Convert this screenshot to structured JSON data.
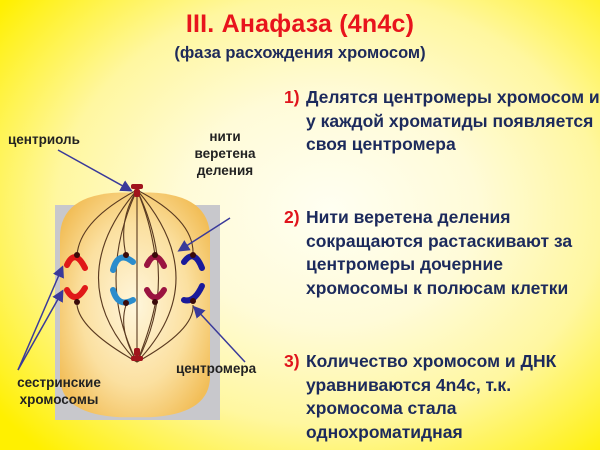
{
  "header": {
    "title": "III. Анафаза (4n4c)",
    "subtitle": "(фаза расхождения хромосом)"
  },
  "points": [
    {
      "number": "1)",
      "text": "Делятся центромеры хромосом и у каждой хроматиды появляется своя центромера"
    },
    {
      "number": "2)",
      "text": "Нити веретена деления сокращаются растаскивают за центромеры дочерние хромосомы к полюсам клетки"
    },
    {
      "number": "3)",
      "text": "Количество хромосом  и ДНК уравниваются 4n4c, т.к. хромосома стала однохроматидная"
    }
  ],
  "diagram": {
    "labels": {
      "centriole": "центриоль",
      "spindle": "нити веретена деления",
      "centromere": "центромера",
      "sister_chromosomes": "сестринские хромосомы"
    },
    "colors": {
      "chromosome_red": "#e01818",
      "chromosome_light_blue": "#2a8ccc",
      "chromosome_maroon": "#9a1440",
      "chromosome_dark_blue": "#1a1a9a",
      "arrow": "#3a3a9a",
      "cell": "#f8d890",
      "frame": "#c8c8cc"
    }
  }
}
